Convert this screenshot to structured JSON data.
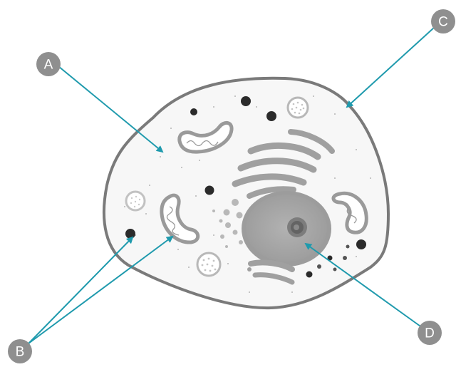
{
  "diagram": {
    "labels": {
      "a": "A",
      "b": "B",
      "c": "C",
      "d": "D"
    }
  },
  "colors": {
    "arrow": "#1f9aad",
    "label_badge": "#8f8f8f",
    "membrane": "#7a7a7a",
    "cytoplasm": "#f7f7f7",
    "organelle": "#9a9a9a",
    "nucleus": "#a3a3a3",
    "nucleolus": "#6a6a6a",
    "dark_granule": "#2b2b2b"
  }
}
